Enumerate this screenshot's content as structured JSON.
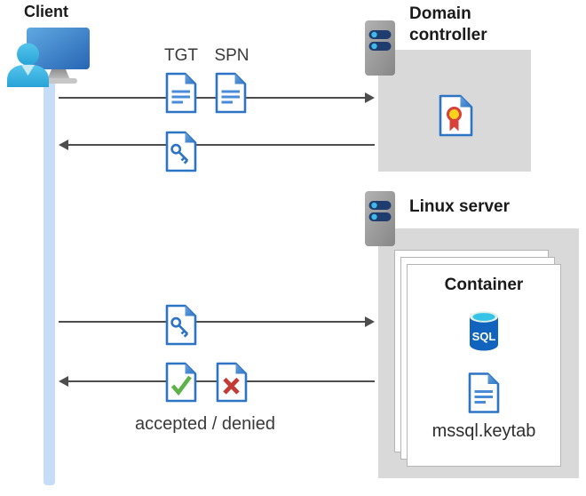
{
  "diagram": {
    "client": {
      "label": "Client"
    },
    "domain_controller": {
      "label": "Domain controller"
    },
    "linux_server": {
      "label": "Linux server"
    },
    "container": {
      "label": "Container",
      "sql_badge": "SQL",
      "keytab_file": "mssql.keytab"
    },
    "annotations": {
      "tgt": "TGT",
      "spn": "SPN",
      "result": "accepted / denied"
    },
    "flows": [
      {
        "from": "client",
        "to": "domain-controller",
        "direction": "right",
        "icons": [
          "tgt-document-icon",
          "spn-document-icon"
        ],
        "labels": [
          "TGT",
          "SPN"
        ]
      },
      {
        "from": "domain-controller",
        "to": "client",
        "direction": "left",
        "icons": [
          "key-document-icon"
        ],
        "labels": []
      },
      {
        "from": "client",
        "to": "container",
        "direction": "right",
        "icons": [
          "key-document-icon"
        ],
        "labels": []
      },
      {
        "from": "container",
        "to": "client",
        "direction": "left",
        "icons": [
          "check-document-icon",
          "cross-document-icon"
        ],
        "labels": [
          "accepted / denied"
        ]
      }
    ],
    "colors": {
      "accent_blue": "#2e74c4",
      "doc_line_blue": "#4a8bd8",
      "monitor_blue_top": "#60a9e2",
      "monitor_blue_bottom": "#2765b4",
      "person_cyan": "#3ab6e4",
      "lifeline_blue": "#c5ddf6",
      "box_gray": "#d9d9d9",
      "server_bar_navy": "#1e3c6e",
      "server_dot_cyan": "#41b8e8",
      "arrow_gray": "#4d4d4d",
      "check_green": "#5fb24a",
      "cross_red": "#c23b35",
      "sql_body_blue": "#1164be",
      "sql_top_cyan": "#35c4e8",
      "seal_yellow": "#ffd21e",
      "seal_red": "#d8403c"
    }
  }
}
